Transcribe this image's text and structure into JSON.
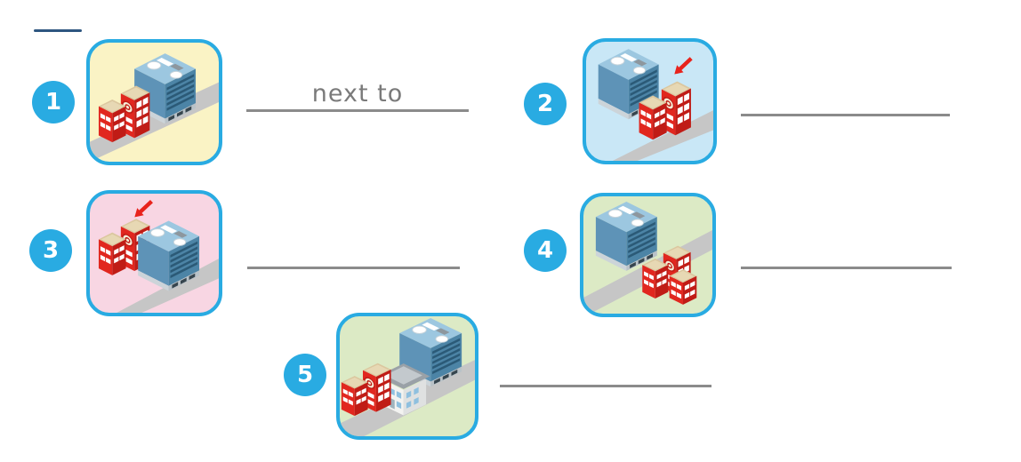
{
  "worksheet": {
    "accent_color": "#29abe2",
    "answer_line_color": "#8b8b8b",
    "answer_text_color": "#7a7a7a",
    "top_dash_color": "#2e5680",
    "building_colors": {
      "blue_building": "#5e93b7",
      "red_station": "#e1271f",
      "road": "#c6c6c6",
      "roof_tan": "#dbc79f",
      "arrow_red": "#e8231c"
    },
    "card_colors": {
      "yellow": "#faf3c5",
      "blue": "#c9e7f6",
      "pink": "#f8d6e3",
      "green": "#dceac5"
    },
    "items": [
      {
        "number": "1",
        "card_color": "#faf3c5",
        "answer": "next to",
        "scene": "red-fire-station-next-to-blue-building-by-road",
        "arrow": false
      },
      {
        "number": "2",
        "card_color": "#c9e7f6",
        "answer": "",
        "scene": "arrow-pointing-at-red-fire-station-beside-blue-building",
        "arrow": true
      },
      {
        "number": "3",
        "card_color": "#f8d6e3",
        "answer": "",
        "scene": "arrow-pointing-at-red-fire-station-behind-blue-building",
        "arrow": true
      },
      {
        "number": "4",
        "card_color": "#dceac5",
        "answer": "",
        "scene": "red-fire-station-across-road-in-front-of-blue-building",
        "arrow": false
      },
      {
        "number": "5",
        "card_color": "#dceac5",
        "answer": "",
        "scene": "white-house-between-red-fire-station-and-blue-building",
        "arrow": false
      }
    ]
  }
}
